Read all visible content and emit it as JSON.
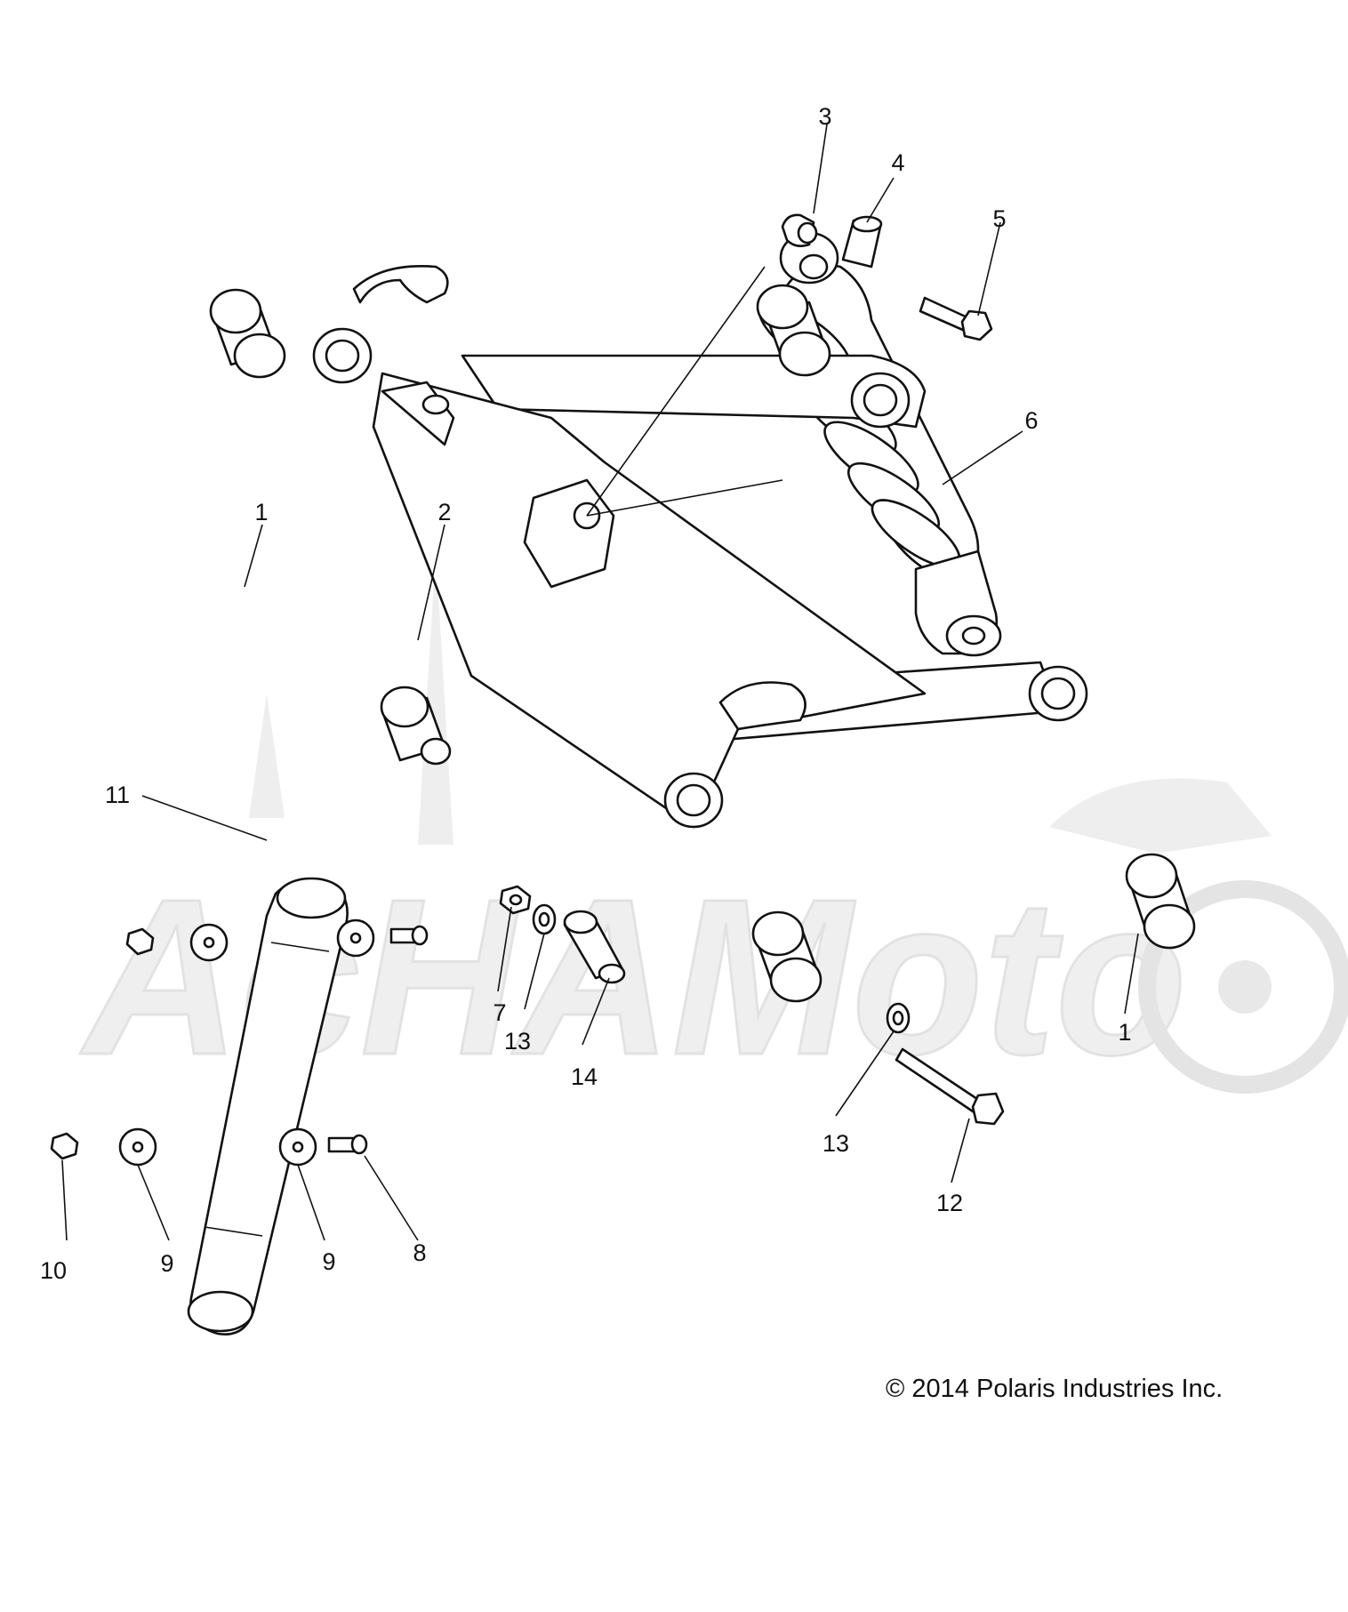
{
  "copyright": "© 2014 Polaris Industries Inc.",
  "watermark_text": "AcHAMoto",
  "callouts": [
    {
      "id": "c3",
      "text": "3"
    },
    {
      "id": "c4",
      "text": "4"
    },
    {
      "id": "c5",
      "text": "5"
    },
    {
      "id": "c6",
      "text": "6"
    },
    {
      "id": "c1a",
      "text": "1"
    },
    {
      "id": "c2",
      "text": "2"
    },
    {
      "id": "c11",
      "text": "11"
    },
    {
      "id": "c7",
      "text": "7"
    },
    {
      "id": "c13a",
      "text": "13"
    },
    {
      "id": "c14",
      "text": "14"
    },
    {
      "id": "c1b",
      "text": "1"
    },
    {
      "id": "c13b",
      "text": "13"
    },
    {
      "id": "c12",
      "text": "12"
    },
    {
      "id": "c10",
      "text": "10"
    },
    {
      "id": "c9a",
      "text": "9"
    },
    {
      "id": "c9b",
      "text": "9"
    },
    {
      "id": "c8",
      "text": "8"
    }
  ]
}
